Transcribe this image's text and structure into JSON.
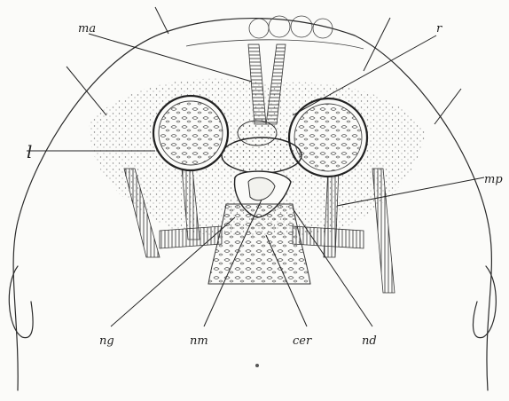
{
  "figure": {
    "labels": {
      "ma": "ma",
      "r": "r",
      "l": "l",
      "mp": "mp",
      "ng": "ng",
      "nm": "nm",
      "cer": "cer",
      "nd": "nd"
    }
  }
}
